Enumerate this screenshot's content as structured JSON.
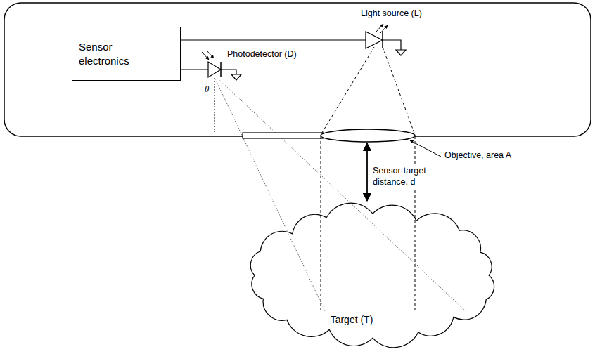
{
  "diagram": {
    "nodes": [
      {
        "text": [
          "Sensor electronics"
        ]
      },
      {
        "text": [
          "Target (T)"
        ]
      }
    ],
    "labels": [
      "Light source (L)",
      "Photodetector (D)",
      "θ",
      "Objective, area A",
      "Sensor-target distance, d"
    ]
  }
}
